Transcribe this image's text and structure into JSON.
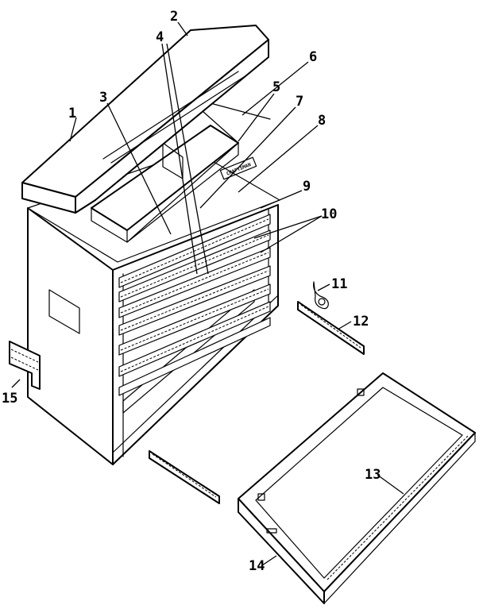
{
  "callouts": [
    {
      "id": "1",
      "text": "1"
    },
    {
      "id": "2",
      "text": "2"
    },
    {
      "id": "3",
      "text": "3"
    },
    {
      "id": "4",
      "text": "4"
    },
    {
      "id": "5",
      "text": "5"
    },
    {
      "id": "6",
      "text": "6"
    },
    {
      "id": "7",
      "text": "7"
    },
    {
      "id": "8",
      "text": "8"
    },
    {
      "id": "9",
      "text": "9"
    },
    {
      "id": "10",
      "text": "10"
    },
    {
      "id": "11",
      "text": "11"
    },
    {
      "id": "12",
      "text": "12"
    },
    {
      "id": "13",
      "text": "13"
    },
    {
      "id": "14",
      "text": "14"
    },
    {
      "id": "15",
      "text": "15"
    }
  ],
  "badge_text": "CRAFTSMAN"
}
